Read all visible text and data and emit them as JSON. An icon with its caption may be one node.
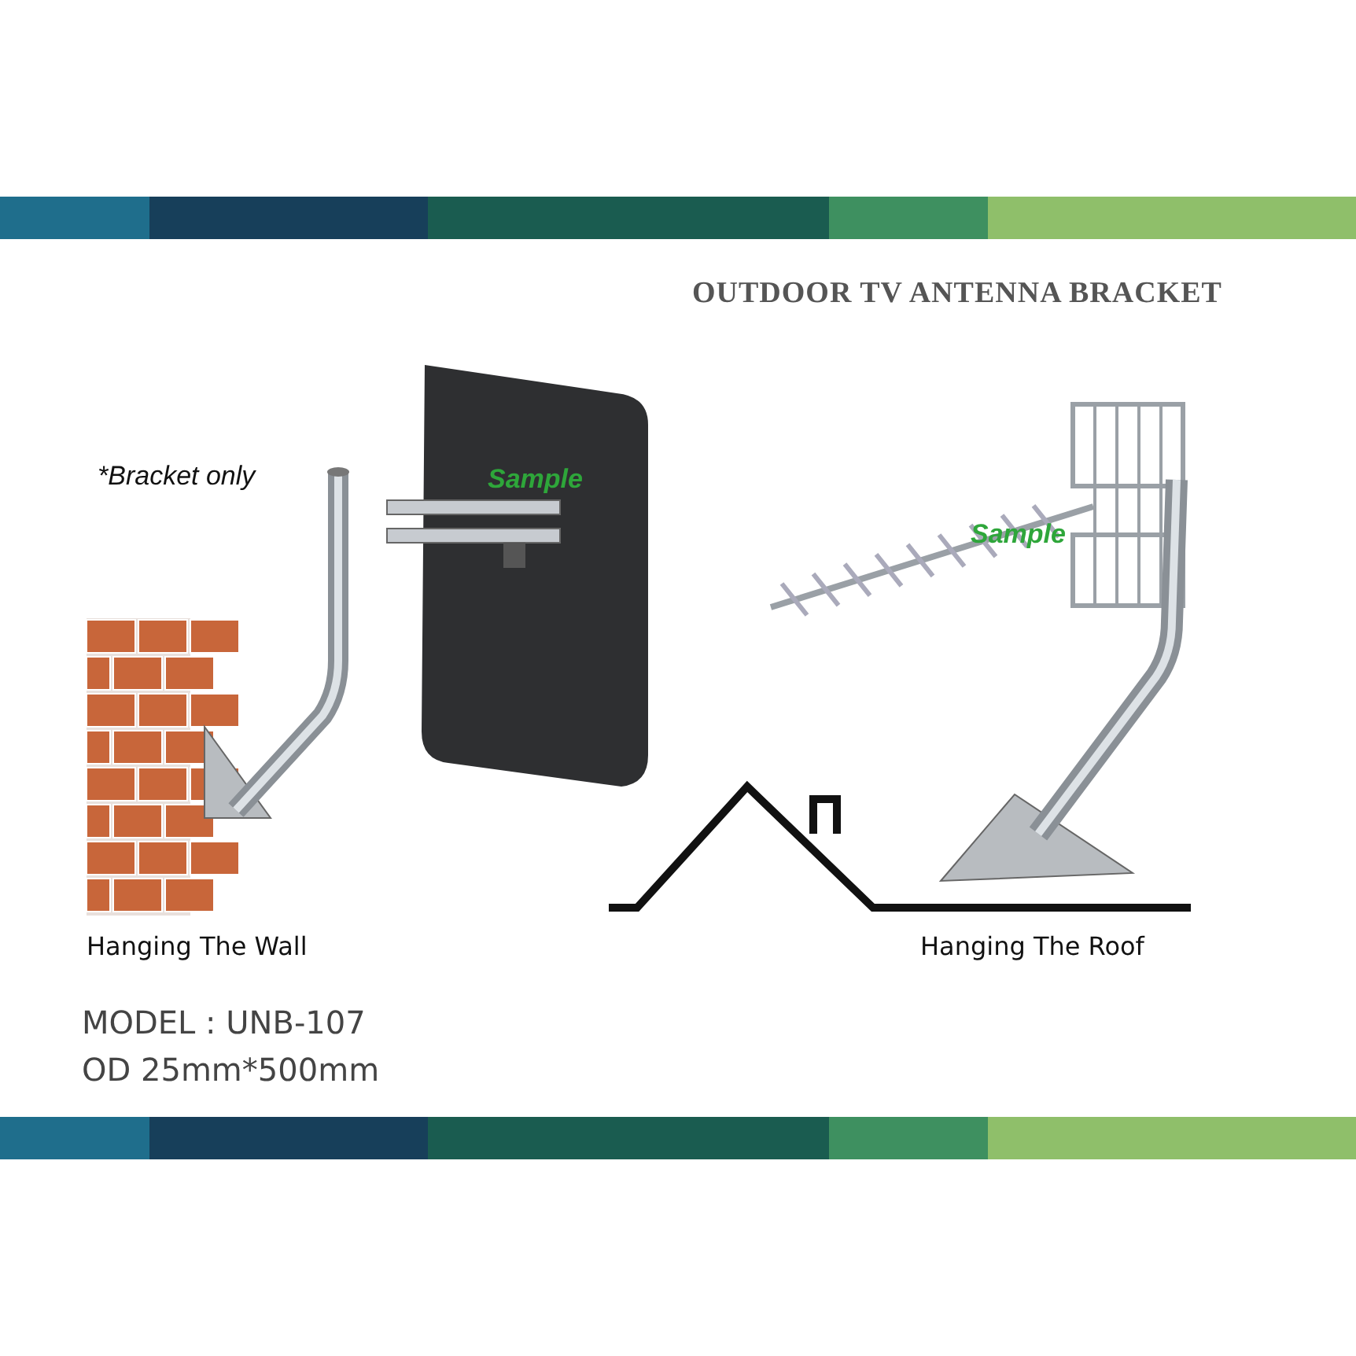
{
  "diagram": {
    "title": "OUTDOOR TV ANTENNA BRACKET",
    "labels": [
      "*Bracket only",
      "Sample",
      "Sample",
      "Hanging The Wall",
      "Hanging The Roof",
      "MODEL : UNB-107",
      "OD 25mm*500mm"
    ]
  }
}
